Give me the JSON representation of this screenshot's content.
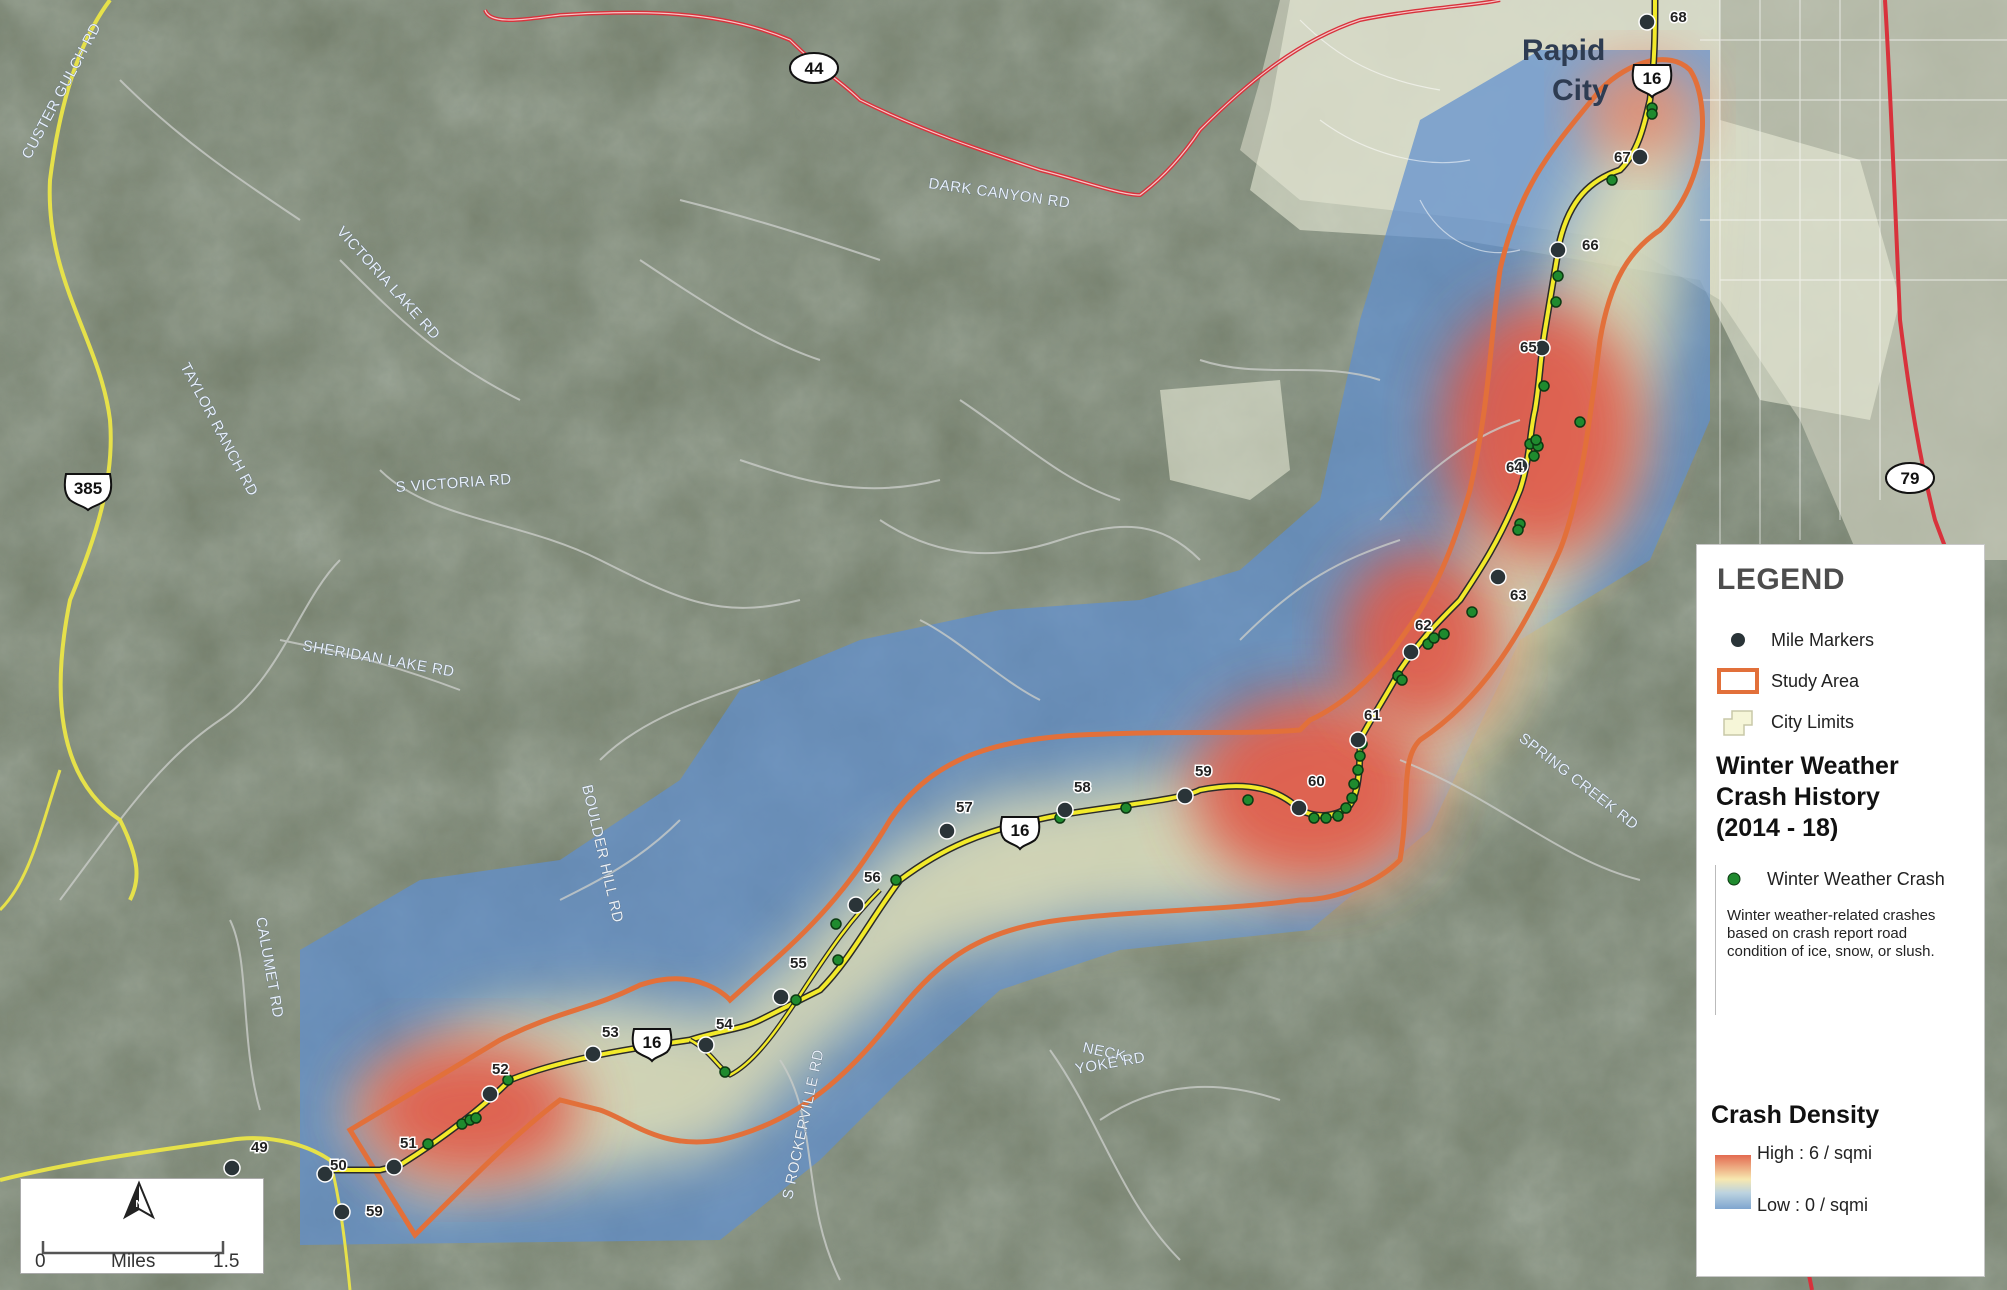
{
  "map": {
    "city_label_line1": "Rapid",
    "city_label_line2": "City",
    "road_labels": [
      {
        "name": "CUSTER GULCH RD"
      },
      {
        "name": "DARK CANYON RD"
      },
      {
        "name": "VICTORIA LAKE RD"
      },
      {
        "name": "TAYLOR RANCH RD"
      },
      {
        "name": "S VICTORIA RD"
      },
      {
        "name": "SHERIDAN LAKE RD"
      },
      {
        "name": "BOULDER HILL RD"
      },
      {
        "name": "CALUMET RD"
      },
      {
        "name": "S ROCKERVILLE RD"
      },
      {
        "name": "NECK"
      },
      {
        "name": "YOKE RD"
      },
      {
        "name": "SPRING CREEK RD"
      }
    ],
    "shields": [
      {
        "num": "44",
        "type": "state"
      },
      {
        "num": "385",
        "type": "us"
      },
      {
        "num": "79",
        "type": "state"
      },
      {
        "num": "16",
        "type": "us"
      },
      {
        "num": "16",
        "type": "us"
      },
      {
        "num": "16",
        "type": "us"
      }
    ],
    "mile_markers": [
      "49",
      "50",
      "51",
      "52",
      "53",
      "54",
      "55",
      "56",
      "57",
      "58",
      "59",
      "60",
      "61",
      "62",
      "63",
      "64",
      "65",
      "66",
      "67",
      "68",
      "59"
    ]
  },
  "legend": {
    "title": "LEGEND",
    "items": [
      {
        "label": "Mile Markers",
        "icon": "mile-marker-dot-icon"
      },
      {
        "label": "Study Area",
        "icon": "study-area-outline-icon"
      },
      {
        "label": "City Limits",
        "icon": "city-limits-polygon-icon"
      }
    ],
    "section_title_line1": "Winter Weather",
    "section_title_line2": "Crash History",
    "section_title_line3": "(2014 - 18)",
    "crash_label": "Winter Weather Crash",
    "crash_note": "Winter weather-related crashes based on crash report road condition of ice, snow, or slush.",
    "density_title": "Crash Density",
    "high_label": "High : 6 / sqmi",
    "low_label": "Low : 0 / sqmi"
  },
  "scale": {
    "start": "0",
    "unit": "Miles",
    "end": "1.5"
  },
  "colors": {
    "study_area": "#e2703a",
    "highway": "#f2ea2a",
    "red_road": "#d8323c",
    "crash_dot": "#1f8a2e",
    "mile_marker": "#2a3438",
    "density_high": "#e05a48",
    "density_low": "#5f8fcf"
  }
}
